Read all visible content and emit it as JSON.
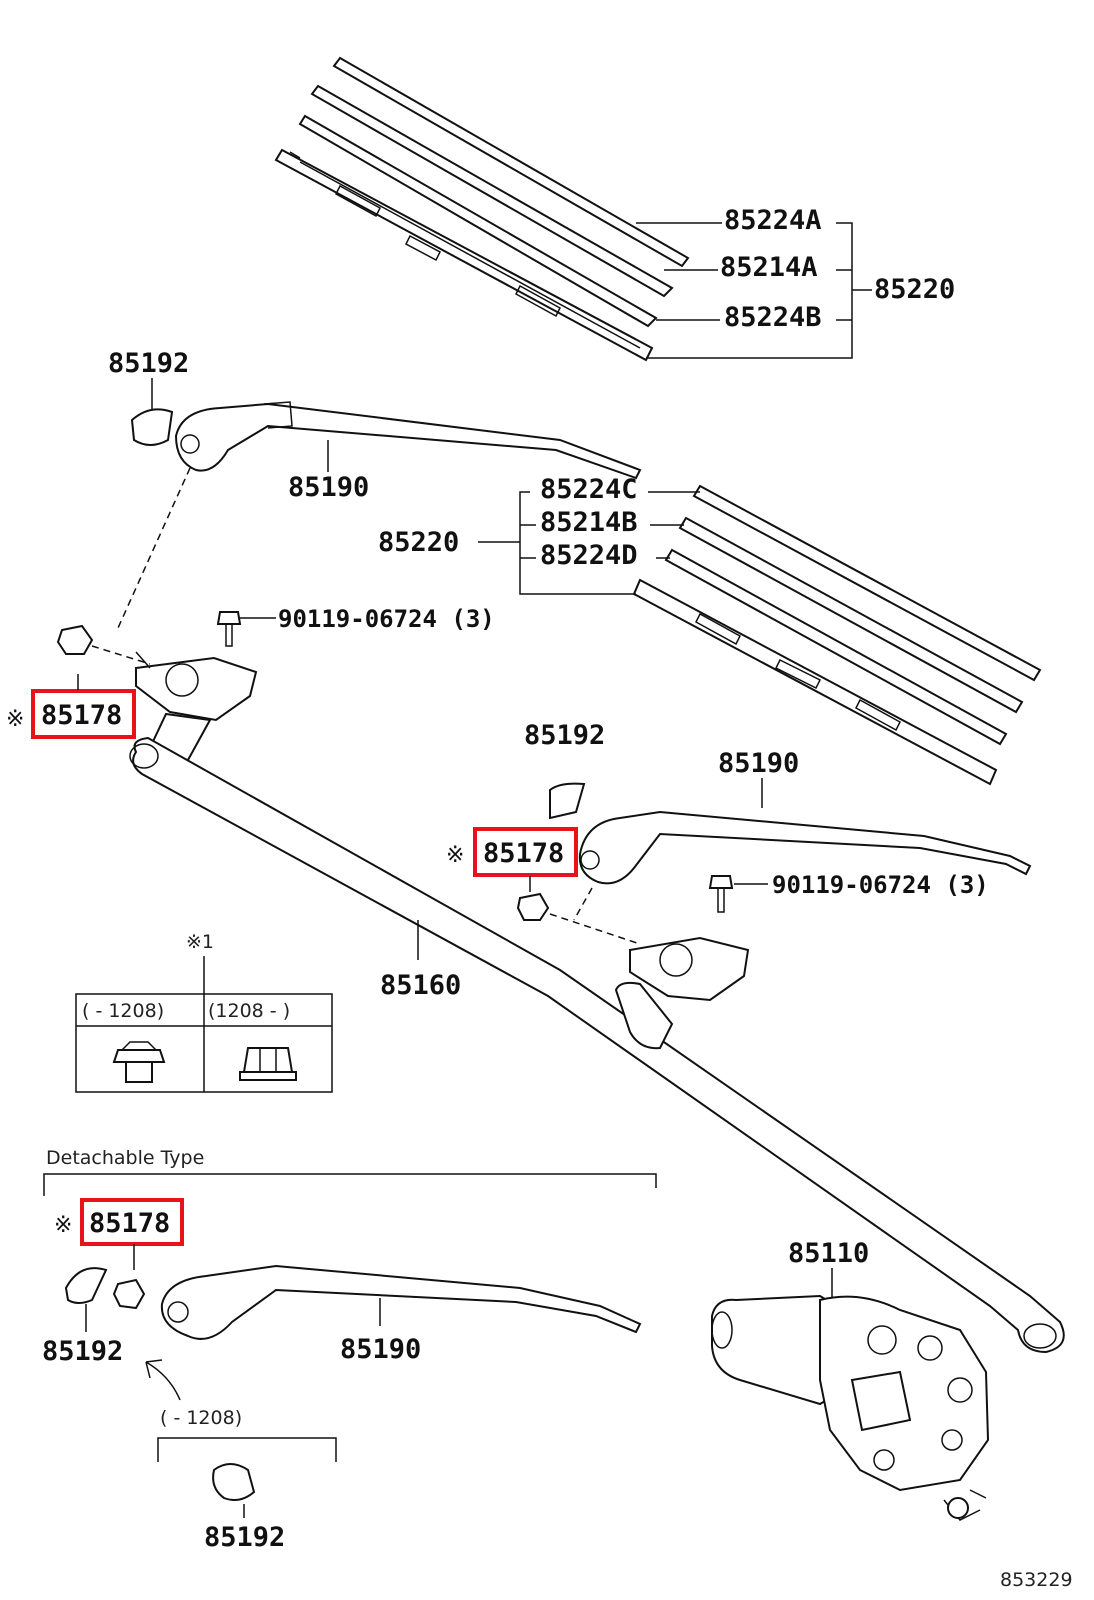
{
  "labels": {
    "blade_insert_a": "85224A",
    "blade_rubber_a": "85214A",
    "blade_insert_b": "85224B",
    "blade_assy_1": "85220",
    "cap_top": "85192",
    "arm_top": "85190",
    "blade_insert_c": "85224C",
    "blade_rubber_b": "85214B",
    "blade_insert_d": "85224D",
    "blade_assy_2": "85220",
    "bolt_1": "90119-06724 (3)",
    "nut_left": "85178",
    "cap_mid": "85192",
    "arm_mid": "85190",
    "nut_mid": "85178",
    "bolt_2": "90119-06724 (3)",
    "link": "85160",
    "note_symbol": "※1",
    "table_col1": "(    - 1208)",
    "table_col2": "(1208  -    )",
    "detachable_title": "Detachable Type",
    "nut_det": "85178",
    "cap_det": "85192",
    "arm_det": "85190",
    "motor": "85110",
    "range_note": "(    - 1208)",
    "cap_bottom": "85192",
    "figure_code": "853229",
    "mark": "※"
  },
  "colors": {
    "highlight": "#e8121b",
    "ink": "#111111",
    "background": "#ffffff"
  }
}
